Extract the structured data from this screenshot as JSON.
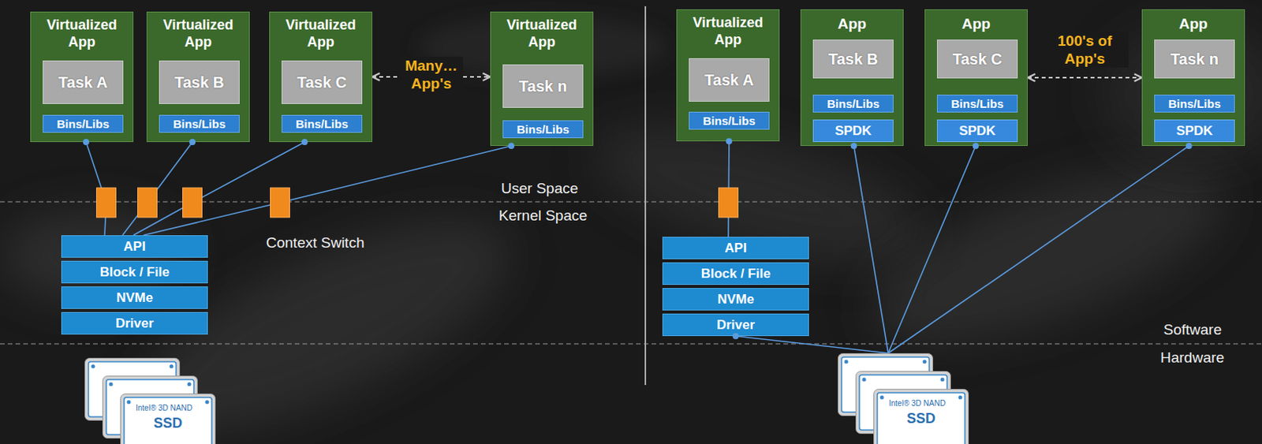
{
  "diagram": {
    "nodes": [
      {
        "text": [
          "Virtualized App"
        ]
      },
      {
        "text": [
          "Task A"
        ],
        "in": 0
      },
      {
        "text": [
          "Bins/Libs"
        ],
        "in": 0
      },
      {
        "text": [
          "Virtualized App"
        ]
      },
      {
        "text": [
          "Task B"
        ],
        "in": 3
      },
      {
        "text": [
          "Bins/Libs"
        ],
        "in": 3
      },
      {
        "text": [
          "Virtualized App"
        ]
      },
      {
        "text": [
          "Task C"
        ],
        "in": 6
      },
      {
        "text": [
          "Bins/Libs"
        ],
        "in": 6
      },
      {
        "text": [
          "Virtualized App"
        ]
      },
      {
        "text": [
          "Task n"
        ],
        "in": 9
      },
      {
        "text": [
          "Bins/Libs"
        ],
        "in": 9
      },
      {
        "text": [
          "Virtualized App"
        ]
      },
      {
        "text": [
          "Task A"
        ],
        "in": 12
      },
      {
        "text": [
          "Bins/Libs"
        ],
        "in": 12
      },
      {
        "text": [
          "App"
        ]
      },
      {
        "text": [
          "Task B"
        ],
        "in": 15
      },
      {
        "text": [
          "Bins/Libs"
        ],
        "in": 15
      },
      {
        "text": [
          "SPDK"
        ],
        "in": 15
      },
      {
        "text": [
          "App"
        ]
      },
      {
        "text": [
          "Task C"
        ],
        "in": 19
      },
      {
        "text": [
          "Bins/Libs"
        ],
        "in": 19
      },
      {
        "text": [
          "SPDK"
        ],
        "in": 19
      },
      {
        "text": [
          "App"
        ]
      },
      {
        "text": [
          "Task n"
        ],
        "in": 23
      },
      {
        "text": [
          "Bins/Libs"
        ],
        "in": 23
      },
      {
        "text": [
          "SPDK"
        ],
        "in": 23
      },
      {
        "text": [
          "API"
        ]
      },
      {
        "text": [
          "Block / File"
        ]
      },
      {
        "text": [
          "NVMe"
        ]
      },
      {
        "text": [
          "Driver"
        ]
      },
      {
        "text": [
          "API"
        ]
      },
      {
        "text": [
          "Block / File"
        ]
      },
      {
        "text": [
          "NVMe"
        ]
      },
      {
        "text": [
          "Driver"
        ]
      },
      {
        "text": [
          "Intel® 3D NAND",
          "SSD"
        ]
      },
      {
        "text": [
          "Intel® 3D NAND",
          "SSD"
        ]
      }
    ],
    "edges": [
      {
        "from": 2,
        "to": 27,
        "arrow": "none"
      },
      {
        "from": 5,
        "to": 27,
        "arrow": "none"
      },
      {
        "from": 8,
        "to": 27,
        "arrow": "none"
      },
      {
        "from": 6,
        "to": 9,
        "label": "Many… App's",
        "arrow": "both"
      },
      {
        "from": 11,
        "to": 27,
        "arrow": "none"
      },
      {
        "from": 14,
        "to": 31,
        "arrow": "none"
      },
      {
        "from": 19,
        "to": 23,
        "label": "100's of App's",
        "arrow": "both"
      },
      {
        "from": 18,
        "to": 36,
        "arrow": "none"
      },
      {
        "from": 22,
        "to": 36,
        "arrow": "none"
      },
      {
        "from": 26,
        "to": 36,
        "arrow": "none"
      },
      {
        "from": 34,
        "to": 36,
        "arrow": "none"
      }
    ],
    "labels": [
      "User Space",
      "Kernel Space",
      "Context Switch",
      "Software",
      "Hardware"
    ]
  }
}
